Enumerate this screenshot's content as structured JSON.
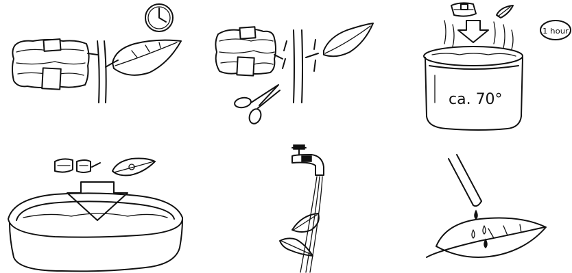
{
  "steps": [
    {
      "id": 1,
      "action": "wait",
      "icon": "clock-icon"
    },
    {
      "id": 2,
      "action": "cut",
      "icon": "scissors-icon"
    },
    {
      "id": 3,
      "action": "heat",
      "temperature_label": "ca. 70°",
      "duration_label": "1 hour"
    },
    {
      "id": 4,
      "action": "soak",
      "icon": "basin-icon"
    },
    {
      "id": 5,
      "action": "rinse",
      "icon": "faucet-icon"
    },
    {
      "id": 6,
      "action": "drip",
      "icon": "pipette-icon"
    }
  ],
  "colors": {
    "ink": "#111111",
    "background": "#ffffff"
  }
}
